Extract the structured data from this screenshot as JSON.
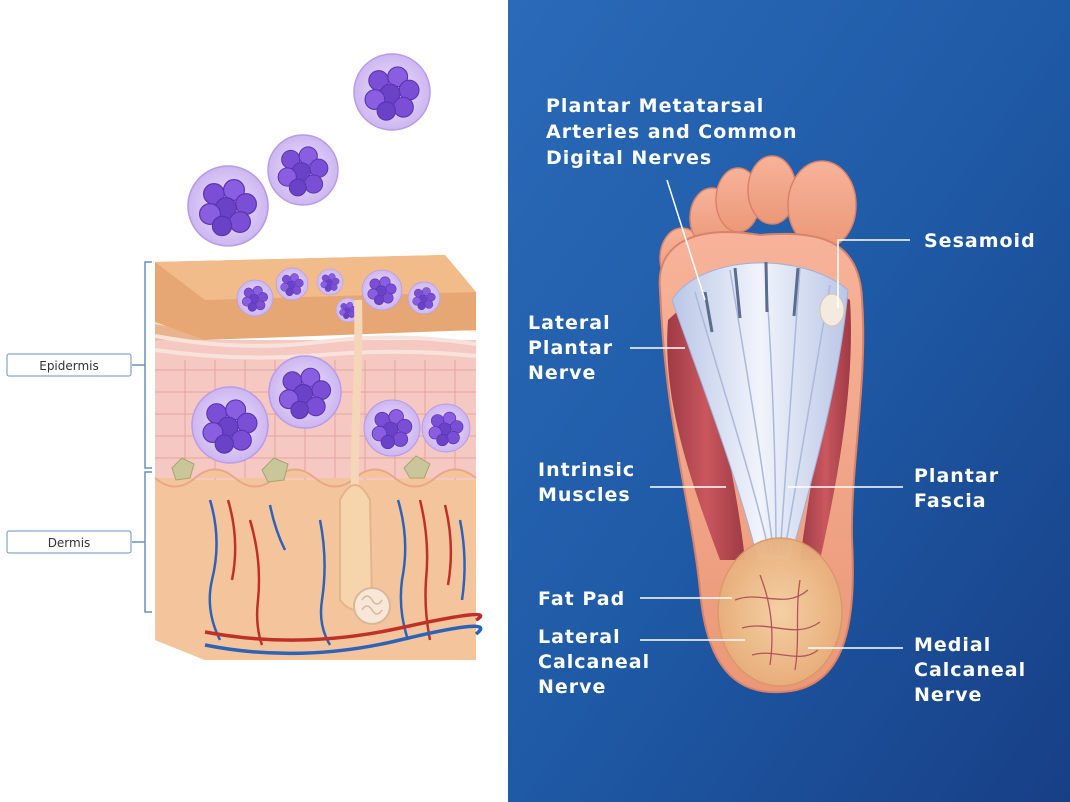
{
  "skin_panel": {
    "labels": {
      "epidermis": "Epidermis",
      "dermis": "Dermis"
    }
  },
  "foot_panel": {
    "labels": {
      "metatarsal": [
        "Plantar Metatarsal",
        "Arteries and Common",
        "Digital Nerves"
      ],
      "sesamoid": [
        "Sesamoid"
      ],
      "lateral_plantar_nerve": [
        "Lateral",
        "Plantar",
        "Nerve"
      ],
      "intrinsic_muscles": [
        "Intrinsic",
        "Muscles"
      ],
      "plantar_fascia": [
        "Plantar",
        "Fascia"
      ],
      "fat_pad": [
        "Fat Pad"
      ],
      "lateral_calcaneal_nerve": [
        "Lateral",
        "Calcaneal",
        "Nerve"
      ],
      "medial_calcaneal_nerve": [
        "Medial",
        "Calcaneal",
        "Nerve"
      ]
    }
  },
  "colors": {
    "foot_background": "#1f5aa6",
    "cell_cluster": "#7a4fd6",
    "muscle": "#b5474f",
    "fascia": "#dfe6f5",
    "artery": "#c0302a",
    "vein": "#2c63b8"
  }
}
